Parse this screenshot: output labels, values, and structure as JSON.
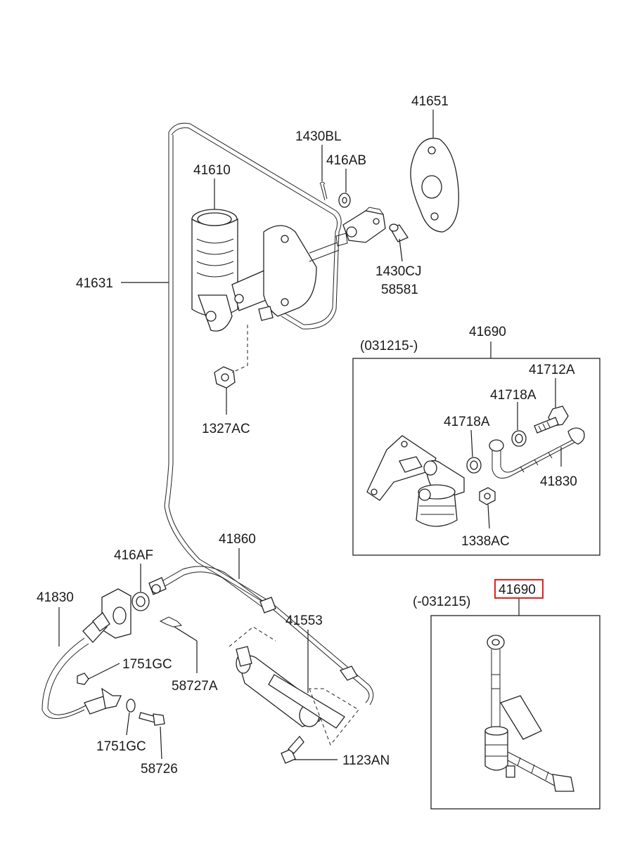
{
  "labels": {
    "p41651": "41651",
    "p1430BL": "1430BL",
    "p416AB": "416AB",
    "p41610": "41610",
    "p41631": "41631",
    "p1430CJ": "1430CJ",
    "p58581": "58581",
    "p1327AC": "1327AC",
    "p41690_top": "41690",
    "range_after": "(031215-)",
    "p41712A": "41712A",
    "p41718A_1": "41718A",
    "p41718A_2": "41718A",
    "p41830_box": "41830",
    "p1338AC": "1338AC",
    "p41860": "41860",
    "p416AF": "416AF",
    "p41830": "41830",
    "p41553": "41553",
    "p1751GC_1": "1751GC",
    "p58727A": "58727A",
    "p1751GC_2": "1751GC",
    "p58726": "58726",
    "p1123AN": "1123AN",
    "range_before": "(-031215)",
    "p41690_bottom": "41690"
  },
  "highlight_color": "#e02020"
}
